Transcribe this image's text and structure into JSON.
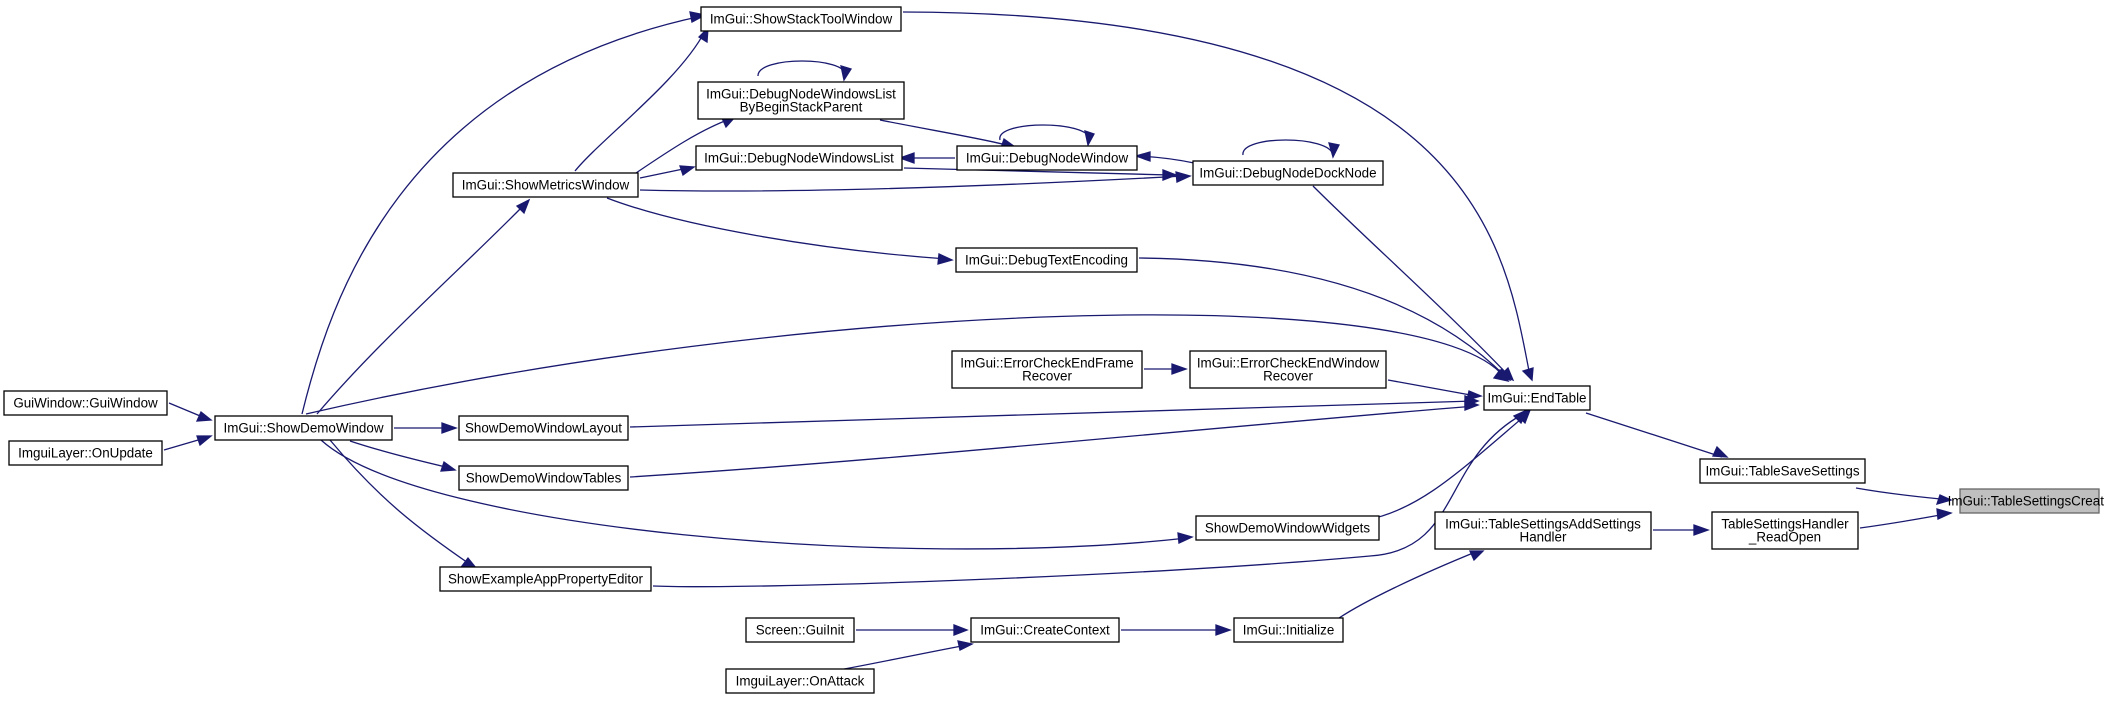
{
  "diagram": {
    "type": "call-graph",
    "colors": {
      "edge": "#191970",
      "node_border": "#000000",
      "highlight_fill": "#bfbfbf",
      "background": "#ffffff"
    },
    "nodes": [
      {
        "id": "n_settings_create",
        "lines": [
          "ImGui::TableSettingsCreate"
        ],
        "highlight": true
      },
      {
        "id": "n_save_settings",
        "lines": [
          "ImGui::TableSaveSettings"
        ]
      },
      {
        "id": "n_handler_readopen",
        "lines": [
          "TableSettingsHandler",
          "_ReadOpen"
        ]
      },
      {
        "id": "n_add_handler",
        "lines": [
          "ImGui::TableSettingsAddSettings",
          "Handler"
        ]
      },
      {
        "id": "n_end_table",
        "lines": [
          "ImGui::EndTable"
        ]
      },
      {
        "id": "n_initialize",
        "lines": [
          "ImGui::Initialize"
        ]
      },
      {
        "id": "n_create_context",
        "lines": [
          "ImGui::CreateContext"
        ]
      },
      {
        "id": "n_screen_guiinit",
        "lines": [
          "Screen::GuiInit"
        ]
      },
      {
        "id": "n_imguilayer_onattack",
        "lines": [
          "ImguiLayer::OnAttack"
        ]
      },
      {
        "id": "n_show_stack_tool",
        "lines": [
          "ImGui::ShowStackToolWindow"
        ]
      },
      {
        "id": "n_debug_dock_node",
        "lines": [
          "ImGui::DebugNodeDockNode"
        ]
      },
      {
        "id": "n_debug_text_encoding",
        "lines": [
          "ImGui::DebugTextEncoding"
        ]
      },
      {
        "id": "n_error_check_recover",
        "lines": [
          "ImGui::ErrorCheckEndWindow",
          "Recover"
        ]
      },
      {
        "id": "n_error_frame_recover",
        "lines": [
          "ImGui::ErrorCheckEndFrame",
          "Recover"
        ]
      },
      {
        "id": "n_show_demo_window",
        "lines": [
          "ImGui::ShowDemoWindow"
        ]
      },
      {
        "id": "n_demo_layout",
        "lines": [
          "ShowDemoWindowLayout"
        ]
      },
      {
        "id": "n_demo_tables",
        "lines": [
          "ShowDemoWindowTables"
        ]
      },
      {
        "id": "n_demo_widgets",
        "lines": [
          "ShowDemoWindowWidgets"
        ]
      },
      {
        "id": "n_property_editor",
        "lines": [
          "ShowExampleAppPropertyEditor"
        ]
      },
      {
        "id": "n_debug_node_window",
        "lines": [
          "ImGui::DebugNodeWindow"
        ]
      },
      {
        "id": "n_debug_windows_list",
        "lines": [
          "ImGui::DebugNodeWindowsList"
        ]
      },
      {
        "id": "n_debug_windows_list_parent",
        "lines": [
          "ImGui::DebugNodeWindowsList",
          "ByBeginStackParent"
        ]
      },
      {
        "id": "n_show_metrics",
        "lines": [
          "ImGui::ShowMetricsWindow"
        ]
      },
      {
        "id": "n_guiwindow",
        "lines": [
          "GuiWindow::GuiWindow"
        ]
      },
      {
        "id": "n_imguilayer_onupdate",
        "lines": [
          "ImguiLayer::OnUpdate"
        ]
      }
    ]
  }
}
